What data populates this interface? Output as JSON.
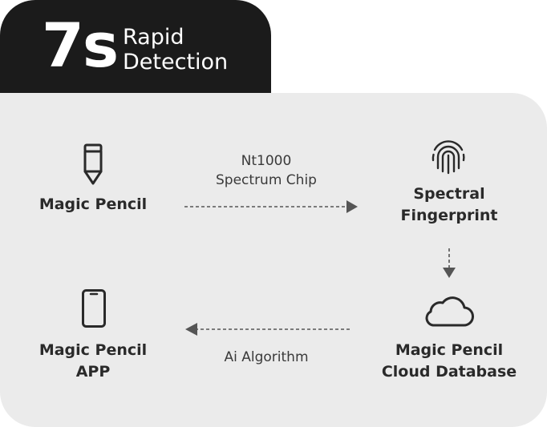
{
  "header": {
    "big_text": "7s",
    "line1": "Rapid",
    "line2": "Detection"
  },
  "nodes": {
    "pencil": {
      "label": "Magic Pencil",
      "icon": "pencil-icon"
    },
    "fingerprint": {
      "line1": "Spectral",
      "line2": "Fingerprint",
      "icon": "fingerprint-icon"
    },
    "cloud": {
      "line1": "Magic Pencil",
      "line2": "Cloud Database",
      "icon": "cloud-icon"
    },
    "app": {
      "line1": "Magic Pencil",
      "line2": "APP",
      "icon": "phone-icon"
    }
  },
  "edges": {
    "chip": {
      "line1": "Nt1000",
      "line2": "Spectrum Chip"
    },
    "algorithm": {
      "label": "Ai Algorithm"
    }
  },
  "colors": {
    "header_bg": "#1b1b1b",
    "panel_bg": "#ebebeb",
    "text": "#2a2a2a",
    "arrow": "#555555"
  }
}
